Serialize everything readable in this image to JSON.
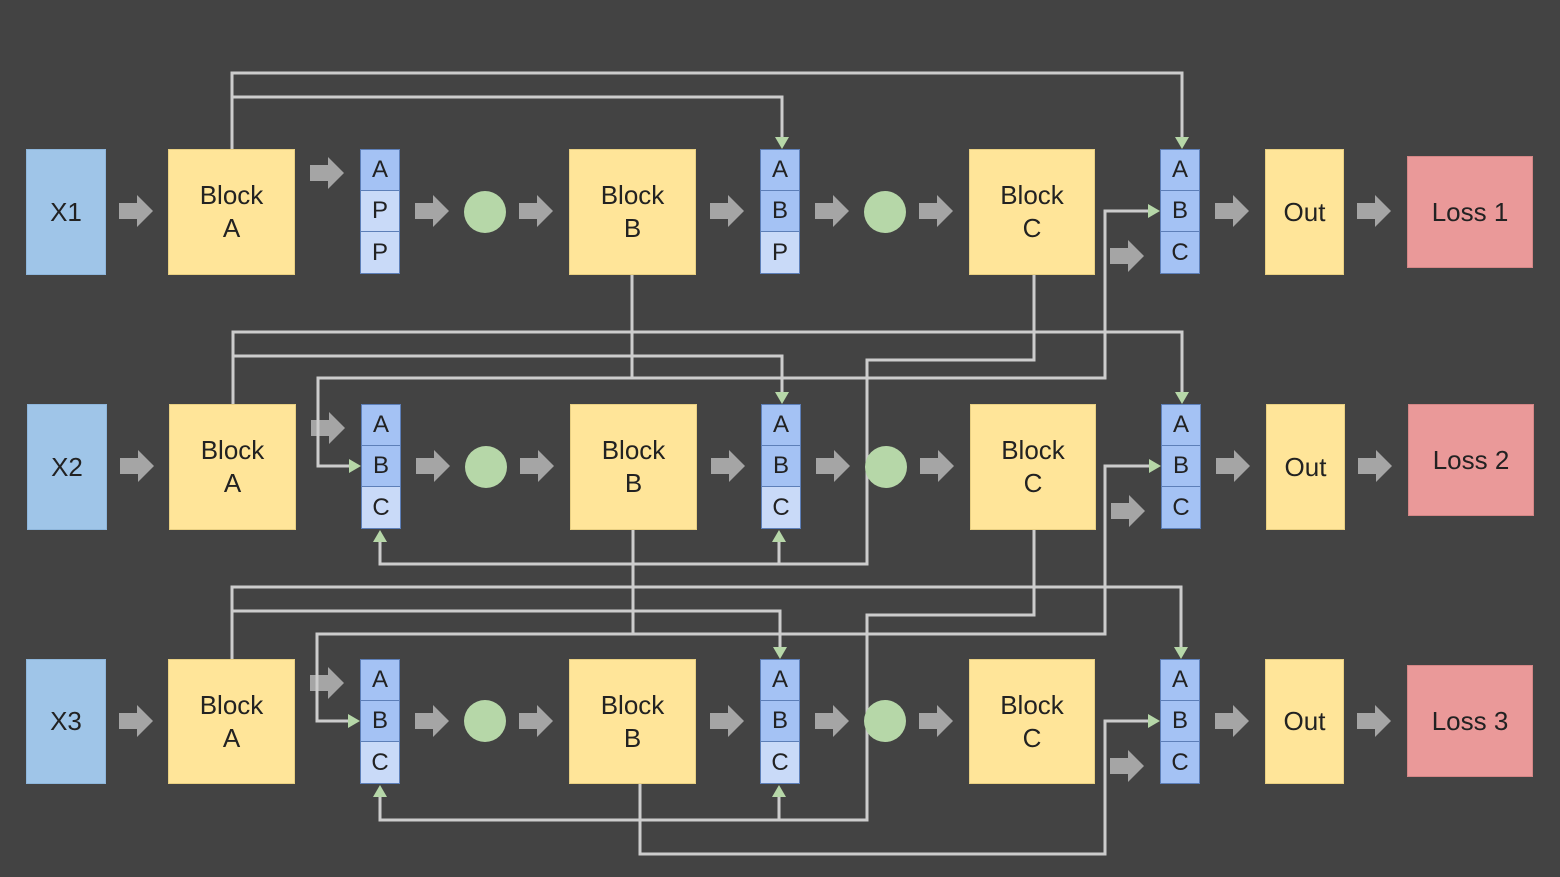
{
  "colors": {
    "background": "#434343",
    "input": "#9fc5e8",
    "block": "#ffe599",
    "loss": "#ea9999",
    "stack_filled": "#a4c2f4",
    "stack_empty": "#c9daf8",
    "merge": "#b6d7a8",
    "wire": "#cccccc",
    "arrowhead": "#b6d7a8"
  },
  "rows": [
    {
      "input": "X1",
      "block_a": "Block\nA",
      "stack_1": [
        "A",
        "P",
        "P"
      ],
      "block_b": "Block\nB",
      "stack_2": [
        "A",
        "B",
        "P"
      ],
      "block_c": "Block\nC",
      "stack_3": [
        "A",
        "B",
        "C"
      ],
      "out": "Out",
      "loss": "Loss 1"
    },
    {
      "input": "X2",
      "block_a": "Block\nA",
      "stack_1": [
        "A",
        "B",
        "C"
      ],
      "block_b": "Block\nB",
      "stack_2": [
        "A",
        "B",
        "C"
      ],
      "block_c": "Block\nC",
      "stack_3": [
        "A",
        "B",
        "C"
      ],
      "out": "Out",
      "loss": "Loss 2"
    },
    {
      "input": "X3",
      "block_a": "Block\nA",
      "stack_1": [
        "A",
        "B",
        "C"
      ],
      "block_b": "Block\nB",
      "stack_2": [
        "A",
        "B",
        "C"
      ],
      "block_c": "Block\nC",
      "stack_3": [
        "A",
        "B",
        "C"
      ],
      "out": "Out",
      "loss": "Loss 3"
    }
  ]
}
